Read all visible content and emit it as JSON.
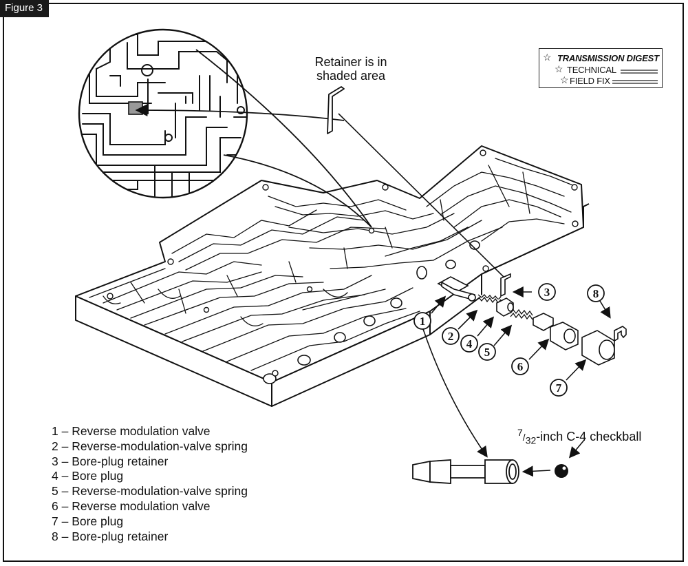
{
  "figure_label": "Figure 3",
  "retainer_note": "Retainer is in shaded area",
  "checkball_note": {
    "numerator": "7",
    "denominator": "32",
    "text": "-inch C-4 checkball"
  },
  "brand": {
    "line1": "TRANSMISSION DIGEST",
    "line2": "TECHNICAL",
    "line3": "FIELD FIX"
  },
  "callouts": [
    "1",
    "2",
    "3",
    "4",
    "5",
    "6",
    "7",
    "8"
  ],
  "legend": [
    "1 – Reverse modulation valve",
    "2 – Reverse-modulation-valve spring",
    "3 – Bore-plug retainer",
    "4 – Bore plug",
    "5 – Reverse-modulation-valve spring",
    "6 – Reverse modulation valve",
    "7 – Bore plug",
    "8 – Bore-plug retainer"
  ]
}
